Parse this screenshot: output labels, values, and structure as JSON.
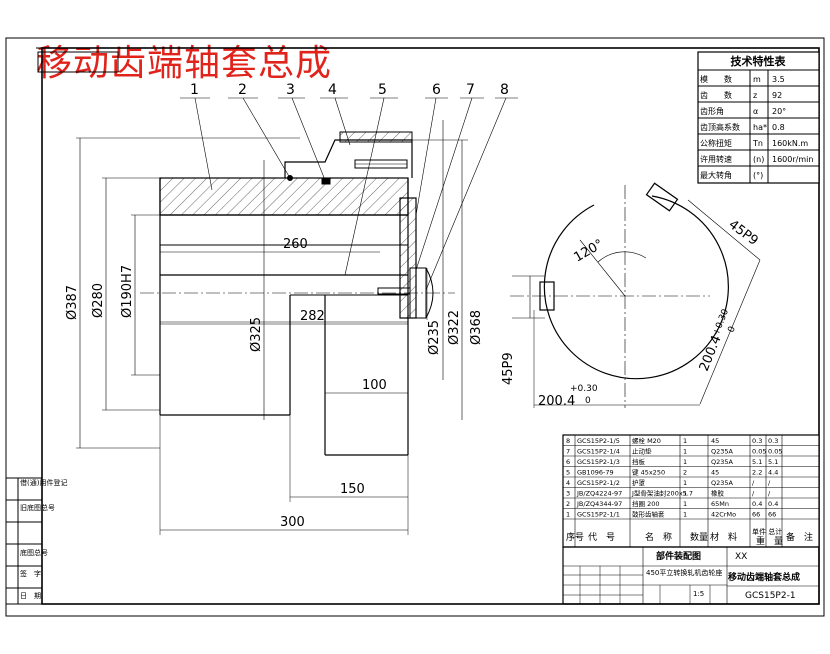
{
  "drawing_title": "移动齿端轴套总成",
  "part_numbers": [
    "1",
    "2",
    "3",
    "4",
    "5",
    "6",
    "7",
    "8"
  ],
  "dimensions": {
    "d387": "Ø387",
    "d280": "Ø280",
    "d190": "Ø190H7",
    "d325": "Ø325",
    "d235": "Ø235",
    "d322": "Ø322",
    "d368": "Ø368",
    "l260": "260",
    "l282": "282",
    "l100": "100",
    "l150": "150",
    "l300": "300",
    "key_left": "45P9",
    "key_right": "45P9",
    "angle": "120°",
    "key_depth_left": "200.4",
    "key_depth_left_tol": "+0.30",
    "key_depth_left_tol2": "0",
    "key_depth_right": "200.4",
    "key_depth_right_tol": "+0.30",
    "key_depth_right_tol2": "0"
  },
  "tech_table": {
    "title": "技术特性表",
    "rows": [
      {
        "name": "模　　数",
        "sym": "m",
        "val": "3.5"
      },
      {
        "name": "齿　　数",
        "sym": "z",
        "val": "92"
      },
      {
        "name": "齿形角",
        "sym": "α",
        "val": "20°"
      },
      {
        "name": "齿顶高系数",
        "sym": "ha*",
        "val": "0.8"
      },
      {
        "name": "公称扭矩",
        "sym": "Tn",
        "val": "160kN.m"
      },
      {
        "name": "许用转速",
        "sym": "(n)",
        "val": "1600r/min"
      },
      {
        "name": "最大转角",
        "sym": "(°)",
        "val": ""
      }
    ]
  },
  "bom": {
    "rows": [
      {
        "no": "8",
        "code": "GCS15P2-1/5",
        "name": "螺栓 M20",
        "qty": "1",
        "mat": "45",
        "w1": "0.3",
        "w2": "0.3"
      },
      {
        "no": "7",
        "code": "GCS15P2-1/4",
        "name": "止动垫",
        "qty": "1",
        "mat": "Q235A",
        "w1": "0.05",
        "w2": "0.05"
      },
      {
        "no": "6",
        "code": "GCS15P2-1/3",
        "name": "挡板",
        "qty": "1",
        "mat": "Q235A",
        "w1": "5.1",
        "w2": "5.1"
      },
      {
        "no": "5",
        "code": "GB1096-79",
        "name": "键 45x250",
        "qty": "2",
        "mat": "45",
        "w1": "2.2",
        "w2": "4.4"
      },
      {
        "no": "4",
        "code": "GCS15P2-1/2",
        "name": "护罩",
        "qty": "1",
        "mat": "Q235A",
        "w1": "/",
        "w2": "/"
      },
      {
        "no": "3",
        "code": "JB/ZQ4224-97",
        "name": "J型骨架油封200x5.7",
        "qty": "1",
        "mat": "橡胶",
        "w1": "/",
        "w2": "/"
      },
      {
        "no": "2",
        "code": "JB/ZQ4344-97",
        "name": "挡圈 200",
        "qty": "1",
        "mat": "65Mn",
        "w1": "0.4",
        "w2": "0.4"
      },
      {
        "no": "1",
        "code": "GCS15P2-1/1",
        "name": "鼓形齿轴套",
        "qty": "1",
        "mat": "42CrMo",
        "w1": "66",
        "w2": "66"
      }
    ],
    "header": {
      "no": "序号",
      "code": "代　号",
      "name": "名　称",
      "qty": "数量",
      "mat": "材　料",
      "w": "重　量",
      "note": "备　注",
      "w_sub": "单件 总计"
    }
  },
  "title_block": {
    "type": "部件装配图",
    "proj": "XX",
    "subtitle": "450平立转换轧机齿轮座",
    "name": "移动齿端轴套总成",
    "drawing_no": "GCS15P2-1",
    "ratio": "1:5"
  },
  "side_strip": [
    "借(通)用件登记",
    "旧底图总号",
    "底图总号",
    "签　字",
    "日　期"
  ]
}
